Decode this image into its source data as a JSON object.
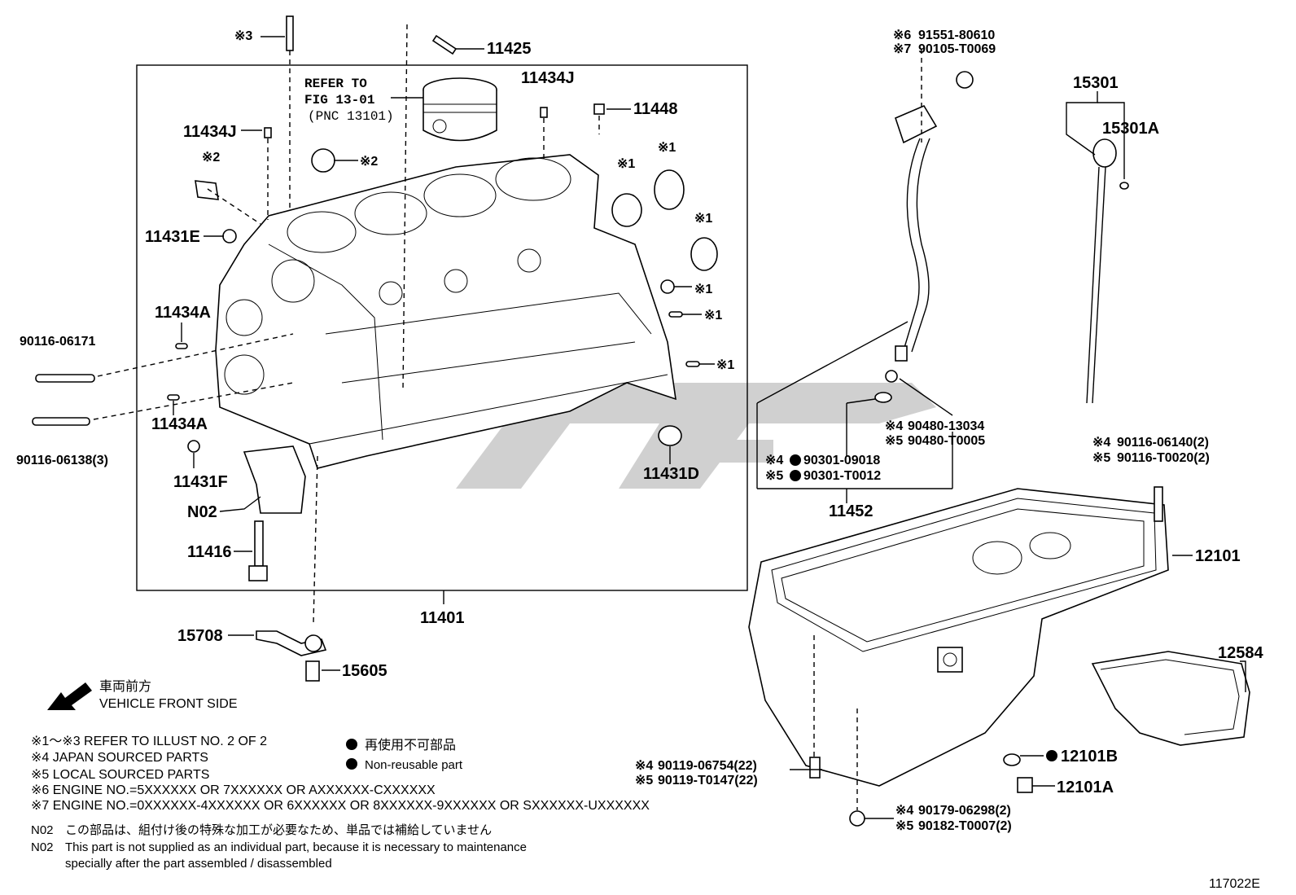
{
  "callouts": {
    "ref_3_top": "※3",
    "p11425": "11425",
    "refer_line1": "REFER TO",
    "refer_line2": "FIG 13-01",
    "refer_line3": "(PNC 13101)",
    "p11434J_top": "11434J",
    "p11448": "11448",
    "p11434J_left": "11434J",
    "ref_2_a": "※2",
    "ref_2_b": "※2",
    "ref_1_a": "※1",
    "ref_1_b": "※1",
    "ref_1_c": "※1",
    "ref_1_d": "※1",
    "ref_1_e": "※1",
    "ref_1_f": "※1",
    "p11431E": "11431E",
    "p11434A_top": "11434A",
    "p90116_06171": "90116-06171",
    "p90116_06138": "90116-06138(3)",
    "p11434A_bot": "11434A",
    "p11431F": "11431F",
    "pN02": "N02",
    "p11416": "11416",
    "p11431D": "11431D",
    "p11401": "11401",
    "p15708": "15708",
    "p15605": "15605",
    "gauge_ref6": "※6",
    "gauge_p6": "91551-80610",
    "gauge_ref7": "※7",
    "gauge_p7": "90105-T0069",
    "p15301": "15301",
    "p15301A": "15301A",
    "oring_ref4": "※4",
    "oring_p4": "90480-13034",
    "oring_ref5": "※5",
    "oring_p5": "90480-T0005",
    "seal_ref4": "※4",
    "seal_p4": "90301-09018",
    "seal_ref5": "※5",
    "seal_p5": "90301-T0012",
    "p11452": "11452",
    "stud_ref4": "※4",
    "stud_p4": "90116-06140(2)",
    "stud_ref5": "※5",
    "stud_p5": "90116-T0020(2)",
    "p12101": "12101",
    "p12584": "12584",
    "bolt_ref4": "※4",
    "bolt_p4": "90119-06754(22)",
    "bolt_ref5": "※5",
    "bolt_p5": "90119-T0147(22)",
    "p12101B": "12101B",
    "p12101A": "12101A",
    "nut_ref4": "※4",
    "nut_p4": "90179-06298(2)",
    "nut_ref5": "※5",
    "nut_p5": "90182-T0007(2)"
  },
  "notes": {
    "front_jp": "車両前方",
    "front_en": "VEHICLE FRONT SIDE",
    "n1": "※1～※3  REFER TO ILLUST NO. 2 OF 2",
    "n4": "※4 JAPAN SOURCED PARTS",
    "n5": "※5 LOCAL SOURCED PARTS",
    "n6": "※6 ENGINE NO.=5XXXXXX OR 7XXXXXX OR AXXXXXX-CXXXXXX",
    "n7": "※7 ENGINE NO.=0XXXXXX-4XXXXXX OR 6XXXXXX OR 8XXXXXX-9XXXXXX OR SXXXXXX-UXXXXXX",
    "nonreuse_jp": "再使用不可部品",
    "nonreuse_en": "Non-reusable part",
    "n02_label": "N02",
    "n02_jp": "この部品は、組付け後の特殊な加工が必要なため、単品では補給していません",
    "n02_label2": "N02",
    "n02_en1": "This part is not supplied as an individual part, because it is necessary to maintenance",
    "n02_en2": "specially after the part assembled / disassembled",
    "illus_no": "117022E"
  },
  "colors": {
    "line": "#000000",
    "watermark": "#c8c8c8"
  }
}
